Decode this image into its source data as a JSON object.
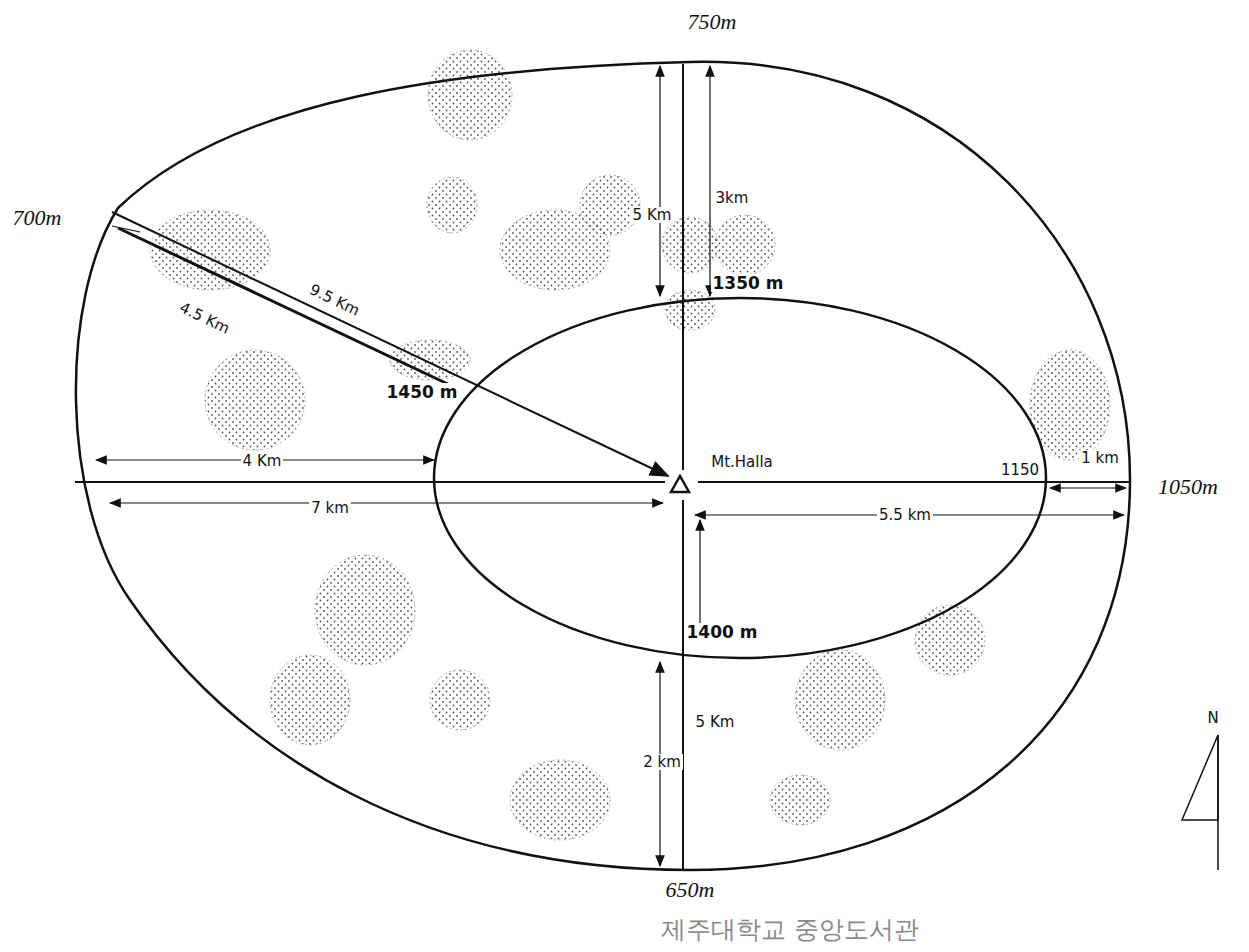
{
  "diagram": {
    "labels": [
      "750m",
      "700m",
      "3km",
      "5 Km",
      "1350 m",
      "9.5 Km",
      "4.5 Km",
      "1450 m",
      "4 Km",
      "Mt.Halla",
      "1150",
      "1 km",
      "1050m",
      "7 km",
      "5.5 km",
      "1400 m",
      "5 Km",
      "2 km",
      "650m",
      "제주대학교 중앙도서관",
      "N"
    ]
  }
}
